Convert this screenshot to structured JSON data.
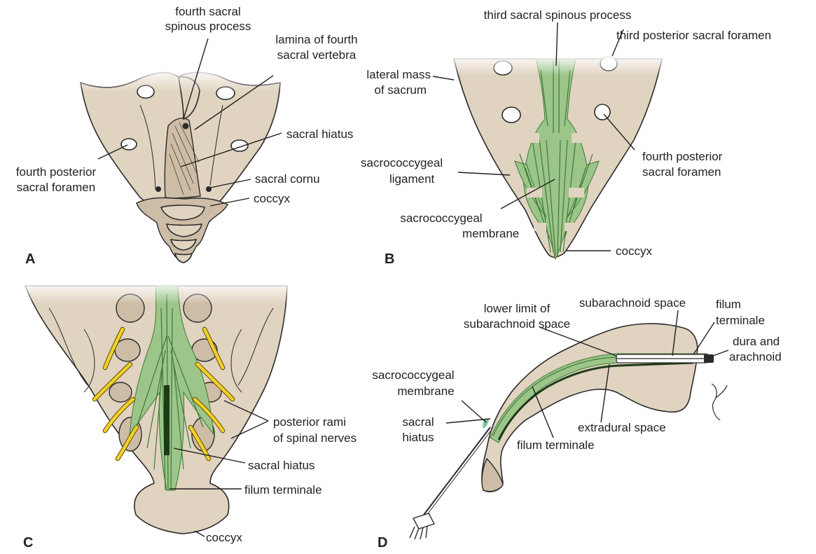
{
  "panels": {
    "A": {
      "letter": "A",
      "labels": {
        "fourth_sacral_spinous_process_1": "fourth sacral",
        "fourth_sacral_spinous_process_2": "spinous process",
        "lamina_1": "lamina of fourth",
        "lamina_2": "sacral vertebra",
        "sacral_hiatus": "sacral hiatus",
        "fourth_posterior_sacral_foramen_1": "fourth posterior",
        "fourth_posterior_sacral_foramen_2": "sacral foramen",
        "sacral_cornu": "sacral cornu",
        "coccyx": "coccyx"
      }
    },
    "B": {
      "letter": "B",
      "labels": {
        "third_sacral_spinous_process": "third sacral spinous process",
        "third_posterior_sacral_foramen": "third posterior sacral foramen",
        "lateral_mass_1": "lateral mass",
        "lateral_mass_2": "of sacrum",
        "sacrococcygeal_ligament_1": "sacrococcygeal",
        "sacrococcygeal_ligament_2": "ligament",
        "fourth_posterior_sacral_foramen_1": "fourth posterior",
        "fourth_posterior_sacral_foramen_2": "sacral foramen",
        "sacrococcygeal_membrane_1": "sacrococcygeal",
        "sacrococcygeal_membrane_2": "membrane",
        "coccyx": "coccyx"
      }
    },
    "C": {
      "letter": "C",
      "labels": {
        "posterior_rami_1": "posterior rami",
        "posterior_rami_2": "of spinal nerves",
        "sacral_hiatus": "sacral hiatus",
        "filum_terminale": "filum terminale",
        "coccyx": "coccyx"
      }
    },
    "D": {
      "letter": "D",
      "labels": {
        "lower_limit_1": "lower limit of",
        "lower_limit_2": "subarachnoid space",
        "subarachnoid_space": "subarachnoid space",
        "filum_terminale_top_1": "filum",
        "filum_terminale_top_2": "terminale",
        "dura_1": "dura and",
        "dura_2": "arachnoid",
        "sacrococcygeal_membrane_1": "sacrococcygeal",
        "sacrococcygeal_membrane_2": "membrane",
        "sacral_hiatus_1": "sacral",
        "sacral_hiatus_2": "hiatus",
        "extradural_space": "extradural space",
        "filum_terminale_bottom": "filum terminale"
      }
    }
  },
  "colors": {
    "bone": "#e0d3c0",
    "ligament_green": "#9cc58a",
    "nerve_yellow": "#f3d02a",
    "outline": "#2a2a2a"
  }
}
